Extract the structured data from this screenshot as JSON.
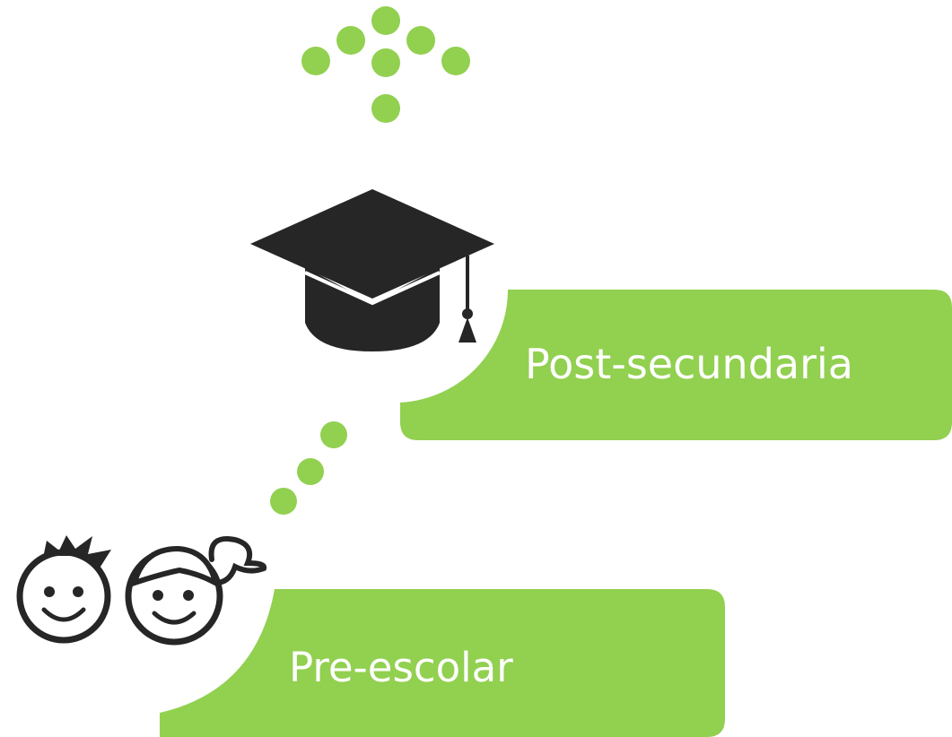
{
  "colors": {
    "accent_green": "#92D050",
    "icon_dark": "#262626",
    "label_text": "#FFFFFF"
  },
  "stages": [
    {
      "id": "post-secundaria",
      "label": "Post-secundaria",
      "icon": "graduation-cap-icon"
    },
    {
      "id": "pre-escolar",
      "label": "Pre-escolar",
      "icon": "children-faces-icon"
    }
  ],
  "progress_arrow_icon": "dotted-up-arrow-icon"
}
